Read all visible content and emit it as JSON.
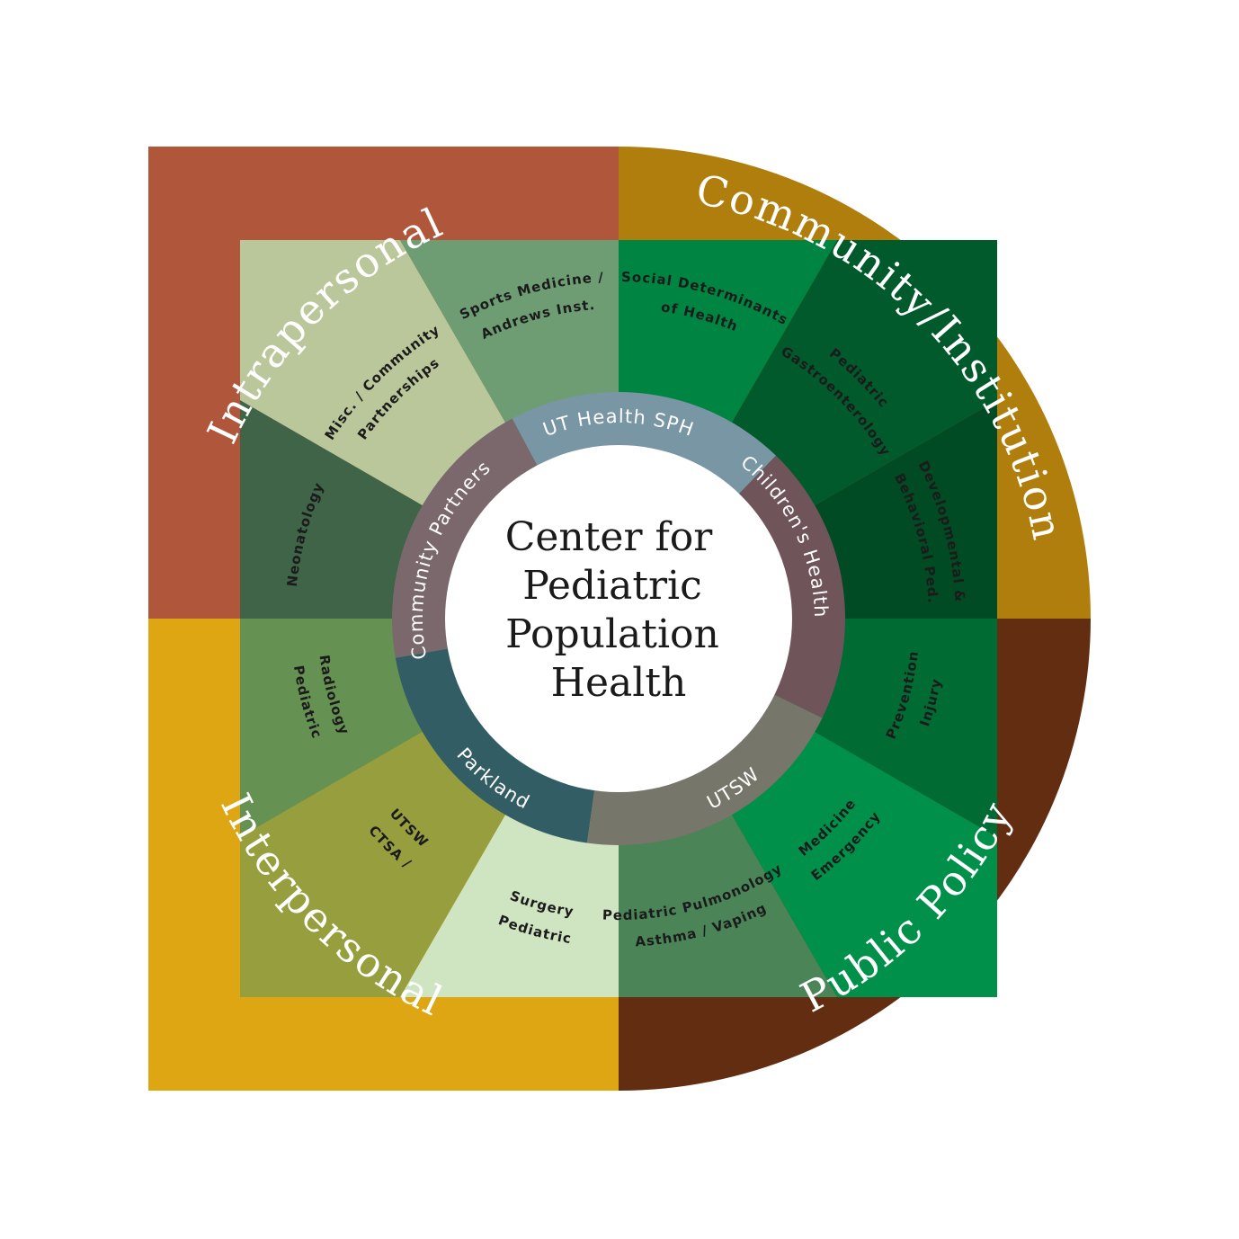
{
  "center": {
    "lines": [
      "Center for",
      "Pediatric",
      "Population",
      "Health"
    ]
  },
  "quadrants": [
    {
      "label": "Intrapersonal",
      "color": "#b0563a"
    },
    {
      "label": "Community/Institution",
      "color": "#b07e0c"
    },
    {
      "label": "Public Policy",
      "color": "#622d10"
    },
    {
      "label": "Interpersonal",
      "color": "#dda612"
    }
  ],
  "segments": [
    {
      "lines": [
        "Social Determinants",
        "of Health"
      ],
      "color": "#008441"
    },
    {
      "lines": [
        "Pediatric",
        "Gastroenterology"
      ],
      "color": "#005a2b"
    },
    {
      "lines": [
        "Developmental &",
        "Behavioral Ped."
      ],
      "color": "#004a24"
    },
    {
      "lines": [
        "Injury",
        "Prevention"
      ],
      "color": "#006b33"
    },
    {
      "lines": [
        "Emergency",
        "Medicine"
      ],
      "color": "#00904a"
    },
    {
      "lines": [
        "Asthma / Vaping",
        "Pediatric Pulmonology"
      ],
      "color": "#4a8457"
    },
    {
      "lines": [
        "Pediatric",
        "Surgery"
      ],
      "color": "#cfe5c1"
    },
    {
      "lines": [
        "CTSA /",
        "UTSW"
      ],
      "color": "#979e3e"
    },
    {
      "lines": [
        "Pediatric",
        "Radiology"
      ],
      "color": "#659153"
    },
    {
      "lines": [
        "Neonatology"
      ],
      "color": "#3f6447"
    },
    {
      "lines": [
        "Misc. / Community",
        "Partnerships"
      ],
      "color": "#bac79a"
    },
    {
      "lines": [
        "Sports Medicine /",
        "Andrews Inst."
      ],
      "color": "#6e9d74"
    }
  ],
  "partners": [
    {
      "label": "UT Health SPH",
      "color": "#7896a4"
    },
    {
      "label": "Children's Health",
      "color": "#6f545a"
    },
    {
      "label": "UTSW",
      "color": "#76766a"
    },
    {
      "label": "Parkland",
      "color": "#335d65"
    },
    {
      "label": "Community Partners",
      "color": "#7b686d"
    }
  ]
}
